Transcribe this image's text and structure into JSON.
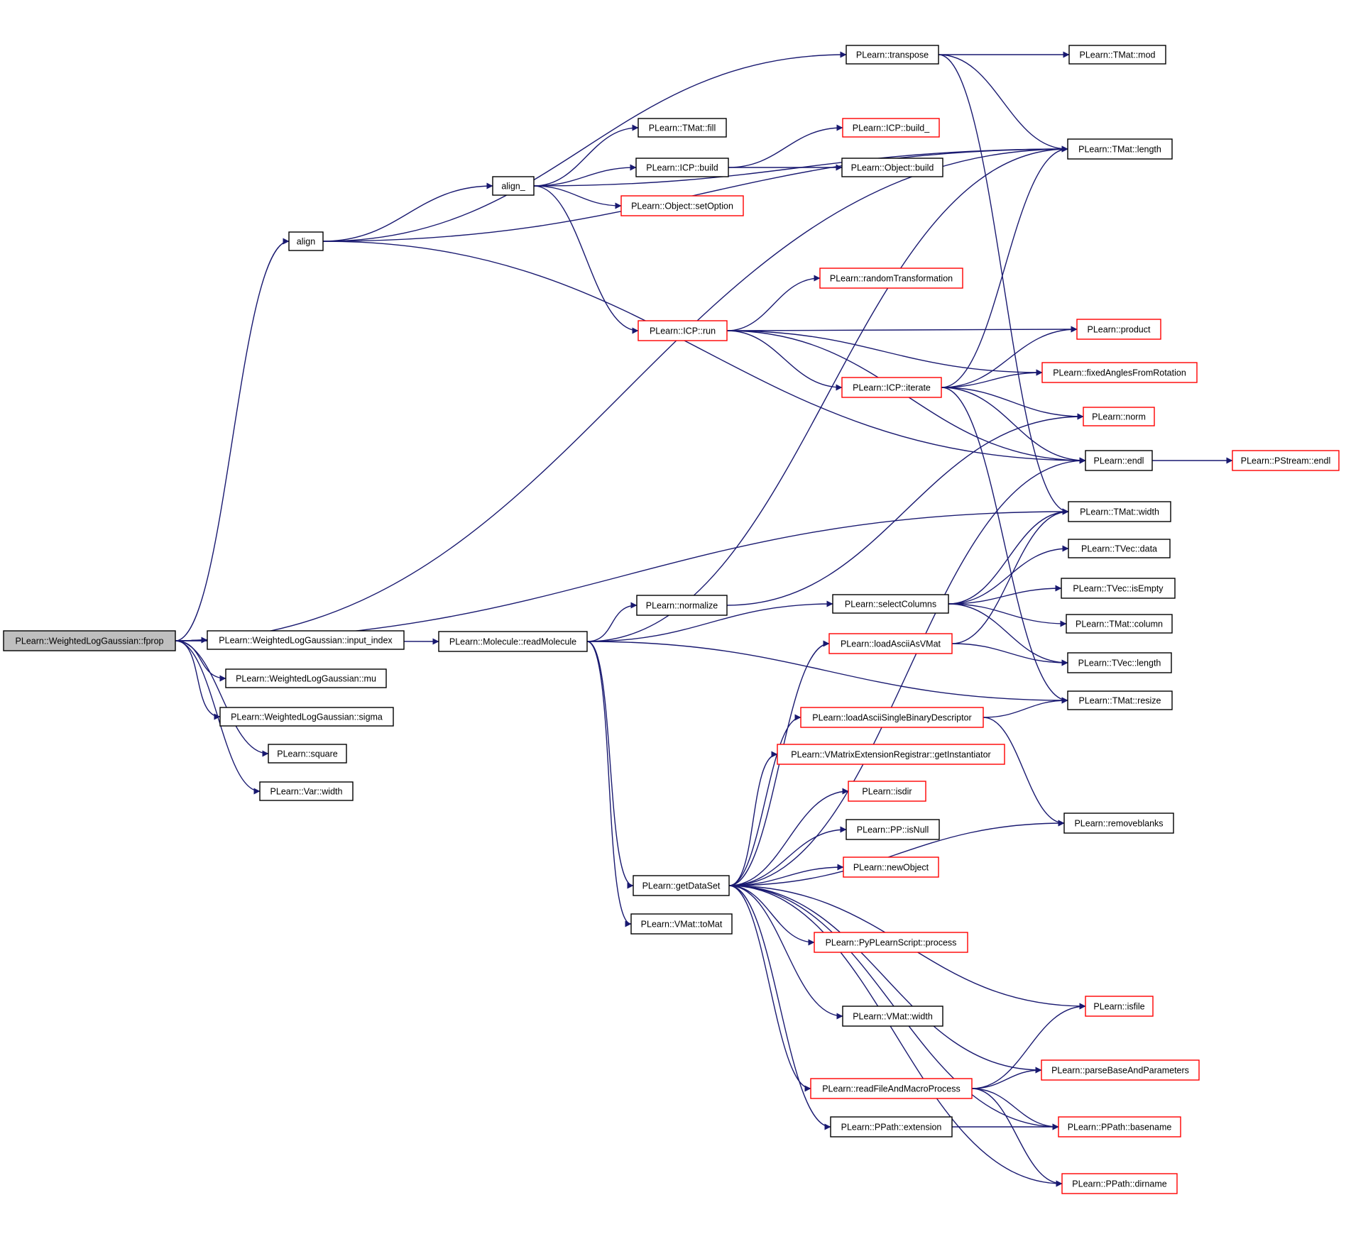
{
  "colors": {
    "edge": "#191970",
    "root_fill": "#bfbfbf",
    "normal_border": "#000000",
    "truncated_border": "#ff0000",
    "node_fill": "#ffffff"
  },
  "legend_note": "",
  "nodes": [
    {
      "id": "fprop",
      "label": "PLearn::WeightedLogGaussian::fprop",
      "kind": "root"
    },
    {
      "id": "input_index",
      "label": "PLearn::WeightedLogGaussian::input_index",
      "kind": "normal"
    },
    {
      "id": "mu",
      "label": "PLearn::WeightedLogGaussian::mu",
      "kind": "normal"
    },
    {
      "id": "sigma",
      "label": "PLearn::WeightedLogGaussian::sigma",
      "kind": "normal"
    },
    {
      "id": "square",
      "label": "PLearn::square",
      "kind": "normal"
    },
    {
      "id": "var_width",
      "label": "PLearn::Var::width",
      "kind": "normal"
    },
    {
      "id": "align",
      "label": "align",
      "kind": "normal"
    },
    {
      "id": "align_",
      "label": "align_",
      "kind": "normal"
    },
    {
      "id": "transpose",
      "label": "PLearn::transpose",
      "kind": "normal"
    },
    {
      "id": "tmat_mod",
      "label": "PLearn::TMat::mod",
      "kind": "normal"
    },
    {
      "id": "tmat_fill",
      "label": "PLearn::TMat::fill",
      "kind": "normal"
    },
    {
      "id": "icp_build_",
      "label": "PLearn::ICP::build_",
      "kind": "truncated"
    },
    {
      "id": "icp_build",
      "label": "PLearn::ICP::build",
      "kind": "normal"
    },
    {
      "id": "object_build",
      "label": "PLearn::Object::build",
      "kind": "normal"
    },
    {
      "id": "tmat_length",
      "label": "PLearn::TMat::length",
      "kind": "normal"
    },
    {
      "id": "setoption",
      "label": "PLearn::Object::setOption",
      "kind": "truncated"
    },
    {
      "id": "randomtransformation",
      "label": "PLearn::randomTransformation",
      "kind": "truncated"
    },
    {
      "id": "icp_run",
      "label": "PLearn::ICP::run",
      "kind": "truncated"
    },
    {
      "id": "product",
      "label": "PLearn::product",
      "kind": "truncated"
    },
    {
      "id": "fixedangles",
      "label": "PLearn::fixedAnglesFromRotation",
      "kind": "truncated"
    },
    {
      "id": "icp_iterate",
      "label": "PLearn::ICP::iterate",
      "kind": "truncated"
    },
    {
      "id": "norm",
      "label": "PLearn::norm",
      "kind": "truncated"
    },
    {
      "id": "endl",
      "label": "PLearn::endl",
      "kind": "normal"
    },
    {
      "id": "pstream_endl",
      "label": "PLearn::PStream::endl",
      "kind": "truncated"
    },
    {
      "id": "tmat_width",
      "label": "PLearn::TMat::width",
      "kind": "normal"
    },
    {
      "id": "tvec_data",
      "label": "PLearn::TVec::data",
      "kind": "normal"
    },
    {
      "id": "tvec_isempty",
      "label": "PLearn::TVec::isEmpty",
      "kind": "normal"
    },
    {
      "id": "tmat_column",
      "label": "PLearn::TMat::column",
      "kind": "normal"
    },
    {
      "id": "tvec_length",
      "label": "PLearn::TVec::length",
      "kind": "normal"
    },
    {
      "id": "tmat_resize",
      "label": "PLearn::TMat::resize",
      "kind": "normal"
    },
    {
      "id": "normalize",
      "label": "PLearn::normalize",
      "kind": "normal"
    },
    {
      "id": "selectcolumns",
      "label": "PLearn::selectColumns",
      "kind": "normal"
    },
    {
      "id": "readmolecule",
      "label": "PLearn::Molecule::readMolecule",
      "kind": "normal"
    },
    {
      "id": "loadasciiasvmat",
      "label": "PLearn::loadAsciiAsVMat",
      "kind": "truncated"
    },
    {
      "id": "loadasciisingle",
      "label": "PLearn::loadAsciiSingleBinaryDescriptor",
      "kind": "truncated"
    },
    {
      "id": "getinstantiator",
      "label": "PLearn::VMatrixExtensionRegistrar::getInstantiator",
      "kind": "truncated"
    },
    {
      "id": "isdir",
      "label": "PLearn::isdir",
      "kind": "truncated"
    },
    {
      "id": "pp_isnull",
      "label": "PLearn::PP::isNull",
      "kind": "normal"
    },
    {
      "id": "newobject",
      "label": "PLearn::newObject",
      "kind": "truncated"
    },
    {
      "id": "removeblanks",
      "label": "PLearn::removeblanks",
      "kind": "normal"
    },
    {
      "id": "getdataset",
      "label": "PLearn::getDataSet",
      "kind": "normal"
    },
    {
      "id": "vmat_tomat",
      "label": "PLearn::VMat::toMat",
      "kind": "normal"
    },
    {
      "id": "pyplearnscript",
      "label": "PLearn::PyPLearnScript::process",
      "kind": "truncated"
    },
    {
      "id": "isfile",
      "label": "PLearn::isfile",
      "kind": "truncated"
    },
    {
      "id": "vmat_width",
      "label": "PLearn::VMat::width",
      "kind": "normal"
    },
    {
      "id": "parsebase",
      "label": "PLearn::parseBaseAndParameters",
      "kind": "truncated"
    },
    {
      "id": "readfileandmacro",
      "label": "PLearn::readFileAndMacroProcess",
      "kind": "truncated"
    },
    {
      "id": "ppath_extension",
      "label": "PLearn::PPath::extension",
      "kind": "normal"
    },
    {
      "id": "ppath_basename",
      "label": "PLearn::PPath::basename",
      "kind": "truncated"
    },
    {
      "id": "ppath_dirname",
      "label": "PLearn::PPath::dirname",
      "kind": "truncated"
    }
  ],
  "edges": [
    [
      "fprop",
      "tmat_length"
    ],
    [
      "fprop",
      "align"
    ],
    [
      "fprop",
      "tmat_width"
    ],
    [
      "fprop",
      "readmolecule"
    ],
    [
      "fprop",
      "input_index"
    ],
    [
      "fprop",
      "mu"
    ],
    [
      "fprop",
      "sigma"
    ],
    [
      "fprop",
      "square"
    ],
    [
      "fprop",
      "var_width"
    ],
    [
      "align",
      "transpose"
    ],
    [
      "align",
      "align_"
    ],
    [
      "align",
      "tmat_length"
    ],
    [
      "align",
      "endl"
    ],
    [
      "transpose",
      "tmat_mod"
    ],
    [
      "transpose",
      "tmat_length"
    ],
    [
      "transpose",
      "tmat_width"
    ],
    [
      "align_",
      "tmat_length"
    ],
    [
      "align_",
      "tmat_fill"
    ],
    [
      "align_",
      "icp_build"
    ],
    [
      "align_",
      "setoption"
    ],
    [
      "align_",
      "icp_run"
    ],
    [
      "icp_build",
      "icp_build_"
    ],
    [
      "icp_build",
      "object_build"
    ],
    [
      "icp_run",
      "randomtransformation"
    ],
    [
      "icp_run",
      "product"
    ],
    [
      "icp_run",
      "fixedangles"
    ],
    [
      "icp_run",
      "icp_iterate"
    ],
    [
      "icp_run",
      "endl"
    ],
    [
      "icp_iterate",
      "tmat_length"
    ],
    [
      "icp_iterate",
      "product"
    ],
    [
      "icp_iterate",
      "fixedangles"
    ],
    [
      "icp_iterate",
      "norm"
    ],
    [
      "icp_iterate",
      "endl"
    ],
    [
      "icp_iterate",
      "tmat_resize"
    ],
    [
      "endl",
      "pstream_endl"
    ],
    [
      "readmolecule",
      "tmat_length"
    ],
    [
      "readmolecule",
      "normalize"
    ],
    [
      "readmolecule",
      "selectcolumns"
    ],
    [
      "readmolecule",
      "tmat_resize"
    ],
    [
      "readmolecule",
      "getdataset"
    ],
    [
      "readmolecule",
      "vmat_tomat"
    ],
    [
      "normalize",
      "norm"
    ],
    [
      "selectcolumns",
      "tmat_width"
    ],
    [
      "selectcolumns",
      "tvec_data"
    ],
    [
      "selectcolumns",
      "tvec_isempty"
    ],
    [
      "selectcolumns",
      "tmat_column"
    ],
    [
      "selectcolumns",
      "tvec_length"
    ],
    [
      "loadasciiasvmat",
      "tmat_width"
    ],
    [
      "loadasciiasvmat",
      "tvec_length"
    ],
    [
      "loadasciisingle",
      "tmat_resize"
    ],
    [
      "loadasciisingle",
      "removeblanks"
    ],
    [
      "getdataset",
      "endl"
    ],
    [
      "getdataset",
      "loadasciiasvmat"
    ],
    [
      "getdataset",
      "loadasciisingle"
    ],
    [
      "getdataset",
      "getinstantiator"
    ],
    [
      "getdataset",
      "isdir"
    ],
    [
      "getdataset",
      "pp_isnull"
    ],
    [
      "getdataset",
      "newobject"
    ],
    [
      "getdataset",
      "removeblanks"
    ],
    [
      "getdataset",
      "pyplearnscript"
    ],
    [
      "getdataset",
      "isfile"
    ],
    [
      "getdataset",
      "vmat_width"
    ],
    [
      "getdataset",
      "parsebase"
    ],
    [
      "getdataset",
      "readfileandmacro"
    ],
    [
      "getdataset",
      "ppath_extension"
    ],
    [
      "getdataset",
      "ppath_basename"
    ],
    [
      "getdataset",
      "ppath_dirname"
    ],
    [
      "readfileandmacro",
      "isfile"
    ],
    [
      "readfileandmacro",
      "parsebase"
    ],
    [
      "readfileandmacro",
      "ppath_basename"
    ],
    [
      "readfileandmacro",
      "ppath_dirname"
    ],
    [
      "ppath_extension",
      "ppath_basename"
    ]
  ]
}
